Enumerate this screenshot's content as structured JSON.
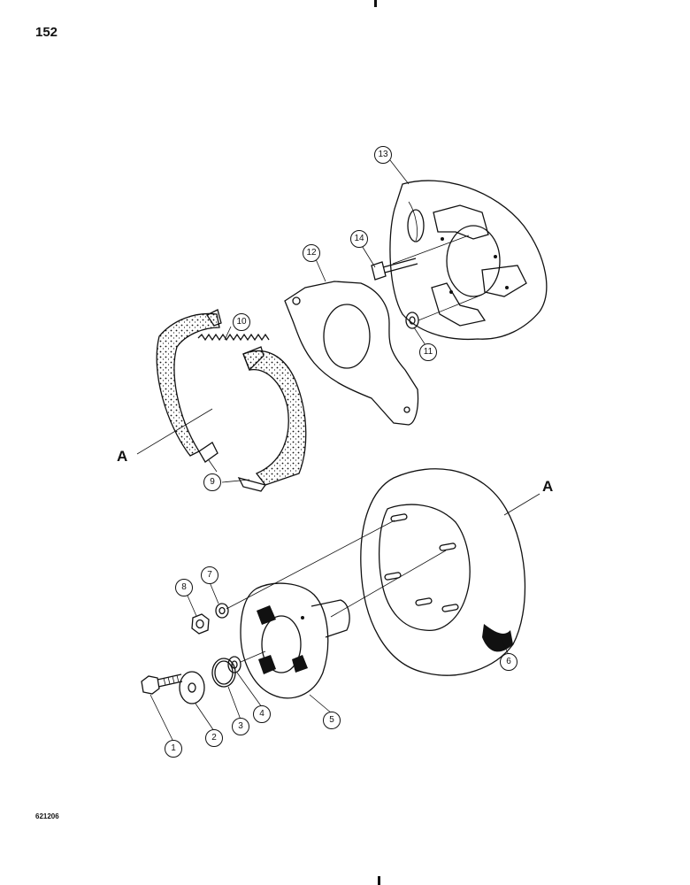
{
  "page_number": "152",
  "drawing_code": "621206",
  "callouts": [
    {
      "id": "c1",
      "label": "1"
    },
    {
      "id": "c2",
      "label": "2"
    },
    {
      "id": "c3",
      "label": "3"
    },
    {
      "id": "c4",
      "label": "4"
    },
    {
      "id": "c5",
      "label": "5"
    },
    {
      "id": "c6",
      "label": "6"
    },
    {
      "id": "c7",
      "label": "7"
    },
    {
      "id": "c8",
      "label": "8"
    },
    {
      "id": "c9",
      "label": "9"
    },
    {
      "id": "c10",
      "label": "10"
    },
    {
      "id": "c11",
      "label": "11"
    },
    {
      "id": "c12",
      "label": "12"
    },
    {
      "id": "c13",
      "label": "13"
    },
    {
      "id": "c14",
      "label": "14"
    }
  ],
  "reference_marks": {
    "left": "A",
    "right": "A"
  },
  "colors": {
    "ink": "#111111",
    "paper": "#ffffff"
  }
}
